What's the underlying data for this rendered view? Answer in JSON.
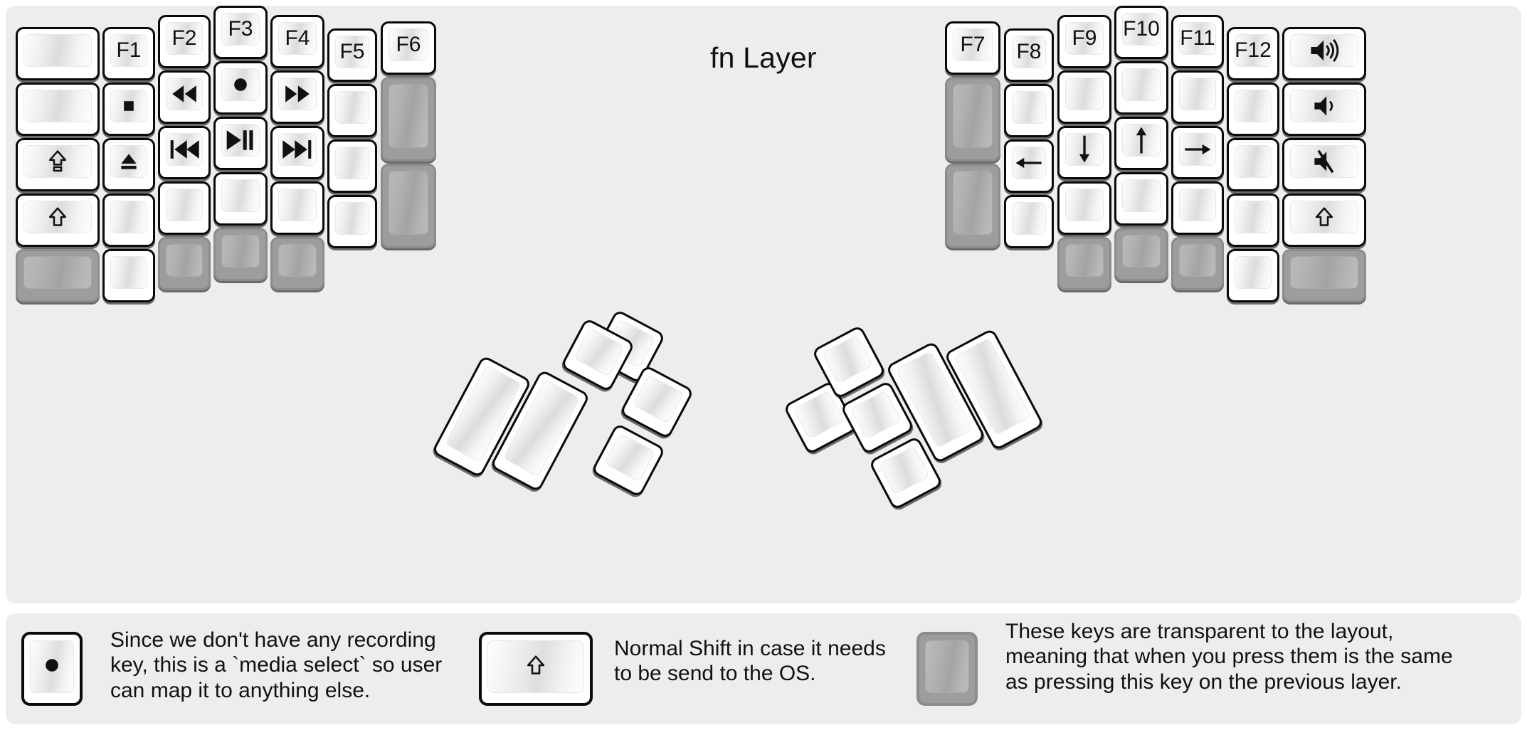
{
  "title": "fn Layer",
  "colors": {
    "panel_bg": "#ededed",
    "key_face": "#ffffff",
    "key_outline": "#0a0a0a",
    "transparent_key": "#9d9d9d",
    "text": "#111111"
  },
  "left_half": {
    "columns": [
      {
        "name": "outer",
        "keys": [
          {
            "label": "",
            "icon": "blank",
            "type": "normal"
          },
          {
            "label": "",
            "icon": "blank",
            "type": "normal"
          },
          {
            "label": "",
            "icon": "caps-lock-icon",
            "type": "normal"
          },
          {
            "label": "",
            "icon": "shift-icon",
            "type": "normal"
          },
          {
            "label": "",
            "icon": "blank",
            "type": "transparent"
          }
        ]
      },
      {
        "name": "pinky",
        "keys": [
          {
            "label": "F1",
            "icon": "none",
            "type": "normal"
          },
          {
            "label": "",
            "icon": "media-stop-icon",
            "type": "normal"
          },
          {
            "label": "",
            "icon": "media-eject-icon",
            "type": "normal"
          },
          {
            "label": "",
            "icon": "blank",
            "type": "normal"
          },
          {
            "label": "",
            "icon": "blank",
            "type": "normal"
          }
        ]
      },
      {
        "name": "ring",
        "keys": [
          {
            "label": "F2",
            "icon": "none",
            "type": "normal"
          },
          {
            "label": "",
            "icon": "media-rewind-icon",
            "type": "normal"
          },
          {
            "label": "",
            "icon": "media-previous-icon",
            "type": "normal"
          },
          {
            "label": "",
            "icon": "blank",
            "type": "normal"
          },
          {
            "label": "",
            "icon": "blank",
            "type": "transparent"
          }
        ]
      },
      {
        "name": "middle",
        "keys": [
          {
            "label": "F3",
            "icon": "none",
            "type": "normal"
          },
          {
            "label": "",
            "icon": "media-record-icon",
            "type": "normal"
          },
          {
            "label": "",
            "icon": "media-play-pause-icon",
            "type": "normal"
          },
          {
            "label": "",
            "icon": "blank",
            "type": "normal"
          },
          {
            "label": "",
            "icon": "blank",
            "type": "transparent"
          }
        ]
      },
      {
        "name": "index",
        "keys": [
          {
            "label": "F4",
            "icon": "none",
            "type": "normal"
          },
          {
            "label": "",
            "icon": "media-fast-forward-icon",
            "type": "normal"
          },
          {
            "label": "",
            "icon": "media-next-icon",
            "type": "normal"
          },
          {
            "label": "",
            "icon": "blank",
            "type": "normal"
          },
          {
            "label": "",
            "icon": "blank",
            "type": "transparent"
          }
        ]
      },
      {
        "name": "inner",
        "keys": [
          {
            "label": "F5",
            "icon": "none",
            "type": "normal"
          },
          {
            "label": "",
            "icon": "blank",
            "type": "normal"
          },
          {
            "label": "",
            "icon": "blank",
            "type": "normal"
          },
          {
            "label": "",
            "icon": "blank",
            "type": "normal"
          }
        ]
      },
      {
        "name": "innermost",
        "keys": [
          {
            "label": "F6",
            "icon": "none",
            "type": "normal"
          },
          {
            "label": "",
            "icon": "blank",
            "type": "transparent",
            "size": "1.5u"
          },
          {
            "label": "",
            "icon": "blank",
            "type": "transparent",
            "size": "1.5u"
          }
        ]
      }
    ],
    "thumb_cluster": {
      "key_count": 6,
      "keys": [
        {
          "label": "",
          "icon": "blank",
          "type": "normal",
          "size": "2u"
        },
        {
          "label": "",
          "icon": "blank",
          "type": "normal",
          "size": "2u"
        },
        {
          "label": "",
          "icon": "blank",
          "type": "normal",
          "size": "1u"
        },
        {
          "label": "",
          "icon": "blank",
          "type": "normal",
          "size": "1u"
        },
        {
          "label": "",
          "icon": "blank",
          "type": "normal",
          "size": "1u"
        },
        {
          "label": "",
          "icon": "blank",
          "type": "normal",
          "size": "1u"
        }
      ]
    }
  },
  "right_half": {
    "columns": [
      {
        "name": "innermost",
        "keys": [
          {
            "label": "F7",
            "icon": "none",
            "type": "normal"
          },
          {
            "label": "",
            "icon": "blank",
            "type": "transparent",
            "size": "1.5u"
          },
          {
            "label": "",
            "icon": "blank",
            "type": "transparent",
            "size": "1.5u"
          }
        ]
      },
      {
        "name": "inner",
        "keys": [
          {
            "label": "F8",
            "icon": "none",
            "type": "normal"
          },
          {
            "label": "",
            "icon": "blank",
            "type": "normal"
          },
          {
            "label": "",
            "icon": "arrow-left-icon",
            "type": "normal"
          },
          {
            "label": "",
            "icon": "blank",
            "type": "normal"
          }
        ]
      },
      {
        "name": "index",
        "keys": [
          {
            "label": "F9",
            "icon": "none",
            "type": "normal"
          },
          {
            "label": "",
            "icon": "blank",
            "type": "normal"
          },
          {
            "label": "",
            "icon": "arrow-down-icon",
            "type": "normal"
          },
          {
            "label": "",
            "icon": "blank",
            "type": "normal"
          },
          {
            "label": "",
            "icon": "blank",
            "type": "transparent"
          }
        ]
      },
      {
        "name": "middle",
        "keys": [
          {
            "label": "F10",
            "icon": "none",
            "type": "normal"
          },
          {
            "label": "",
            "icon": "blank",
            "type": "normal"
          },
          {
            "label": "",
            "icon": "arrow-up-icon",
            "type": "normal"
          },
          {
            "label": "",
            "icon": "blank",
            "type": "normal"
          },
          {
            "label": "",
            "icon": "blank",
            "type": "transparent"
          }
        ]
      },
      {
        "name": "ring",
        "keys": [
          {
            "label": "F11",
            "icon": "none",
            "type": "normal"
          },
          {
            "label": "",
            "icon": "blank",
            "type": "normal"
          },
          {
            "label": "",
            "icon": "arrow-right-icon",
            "type": "normal"
          },
          {
            "label": "",
            "icon": "blank",
            "type": "normal"
          },
          {
            "label": "",
            "icon": "blank",
            "type": "transparent"
          }
        ]
      },
      {
        "name": "pinky",
        "keys": [
          {
            "label": "F12",
            "icon": "none",
            "type": "normal"
          },
          {
            "label": "",
            "icon": "blank",
            "type": "normal"
          },
          {
            "label": "",
            "icon": "blank",
            "type": "normal"
          },
          {
            "label": "",
            "icon": "blank",
            "type": "normal"
          },
          {
            "label": "",
            "icon": "blank",
            "type": "normal"
          }
        ]
      },
      {
        "name": "outer",
        "keys": [
          {
            "label": "",
            "icon": "volume-up-icon",
            "type": "normal"
          },
          {
            "label": "",
            "icon": "volume-down-icon",
            "type": "normal"
          },
          {
            "label": "",
            "icon": "volume-mute-icon",
            "type": "normal"
          },
          {
            "label": "",
            "icon": "shift-icon",
            "type": "normal"
          },
          {
            "label": "",
            "icon": "blank",
            "type": "transparent"
          }
        ]
      }
    ],
    "thumb_cluster": {
      "key_count": 6,
      "keys": [
        {
          "label": "",
          "icon": "blank",
          "type": "normal",
          "size": "1u"
        },
        {
          "label": "",
          "icon": "blank",
          "type": "normal",
          "size": "1u"
        },
        {
          "label": "",
          "icon": "blank",
          "type": "normal",
          "size": "1u"
        },
        {
          "label": "",
          "icon": "blank",
          "type": "normal",
          "size": "1u"
        },
        {
          "label": "",
          "icon": "blank",
          "type": "normal",
          "size": "2u"
        },
        {
          "label": "",
          "icon": "blank",
          "type": "normal",
          "size": "2u"
        }
      ]
    }
  },
  "legend": {
    "items": [
      {
        "key_icon": "media-record-icon",
        "key_type": "normal",
        "text": "Since we don't have any recording\nkey, this is a `media select` so user\ncan map it to anything else."
      },
      {
        "key_icon": "shift-icon",
        "key_type": "normal",
        "text": "Normal Shift in case it needs\nto be send to the OS."
      },
      {
        "key_icon": "blank",
        "key_type": "transparent",
        "text": "These keys are transparent to the layout,\nmeaning that when you press them is the same\nas pressing this key on the previous layer."
      }
    ]
  }
}
